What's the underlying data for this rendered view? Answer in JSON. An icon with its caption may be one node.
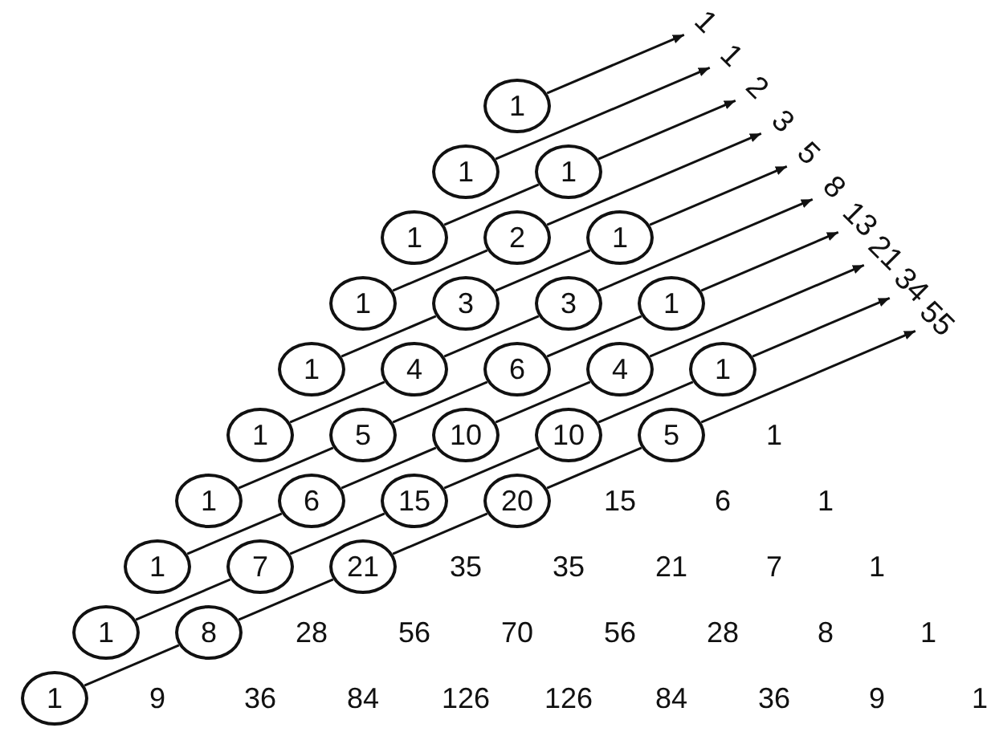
{
  "diagram": {
    "nodes": [
      {
        "text": [
          "1"
        ]
      },
      {
        "text": [
          "1"
        ]
      },
      {
        "text": [
          "1"
        ]
      },
      {
        "text": [
          "1"
        ]
      },
      {
        "text": [
          "2"
        ]
      },
      {
        "text": [
          "1"
        ]
      },
      {
        "text": [
          "1"
        ]
      },
      {
        "text": [
          "3"
        ]
      },
      {
        "text": [
          "3"
        ]
      },
      {
        "text": [
          "1"
        ]
      },
      {
        "text": [
          "1"
        ]
      },
      {
        "text": [
          "4"
        ]
      },
      {
        "text": [
          "6"
        ]
      },
      {
        "text": [
          "4"
        ]
      },
      {
        "text": [
          "1"
        ]
      },
      {
        "text": [
          "1"
        ]
      },
      {
        "text": [
          "5"
        ]
      },
      {
        "text": [
          "10"
        ]
      },
      {
        "text": [
          "10"
        ]
      },
      {
        "text": [
          "5"
        ]
      },
      {
        "text": [
          "1"
        ]
      },
      {
        "text": [
          "6"
        ]
      },
      {
        "text": [
          "15"
        ]
      },
      {
        "text": [
          "20"
        ]
      },
      {
        "text": [
          "1"
        ]
      },
      {
        "text": [
          "7"
        ]
      },
      {
        "text": [
          "21"
        ]
      },
      {
        "text": [
          "1"
        ]
      },
      {
        "text": [
          "8"
        ]
      },
      {
        "text": [
          "1"
        ]
      },
      {
        "text": [
          "1"
        ]
      },
      {
        "text": [
          "1"
        ]
      },
      {
        "text": [
          "2"
        ]
      },
      {
        "text": [
          "3"
        ]
      },
      {
        "text": [
          "5"
        ]
      },
      {
        "text": [
          "8"
        ]
      },
      {
        "text": [
          "13"
        ]
      },
      {
        "text": [
          "21"
        ]
      },
      {
        "text": [
          "34"
        ]
      },
      {
        "text": [
          "55"
        ]
      }
    ],
    "edges": [
      {
        "from": 0,
        "to": 30,
        "arrow": "to"
      },
      {
        "from": 1,
        "to": 31,
        "arrow": "to"
      },
      {
        "from": 3,
        "to": 2,
        "arrow": "none"
      },
      {
        "from": 2,
        "to": 32,
        "arrow": "to"
      },
      {
        "from": 6,
        "to": 4,
        "arrow": "none"
      },
      {
        "from": 4,
        "to": 33,
        "arrow": "to"
      },
      {
        "from": 10,
        "to": 7,
        "arrow": "none"
      },
      {
        "from": 7,
        "to": 5,
        "arrow": "none"
      },
      {
        "from": 5,
        "to": 34,
        "arrow": "to"
      },
      {
        "from": 15,
        "to": 11,
        "arrow": "none"
      },
      {
        "from": 11,
        "to": 8,
        "arrow": "none"
      },
      {
        "from": 8,
        "to": 35,
        "arrow": "to"
      },
      {
        "from": 20,
        "to": 16,
        "arrow": "none"
      },
      {
        "from": 16,
        "to": 12,
        "arrow": "none"
      },
      {
        "from": 12,
        "to": 9,
        "arrow": "none"
      },
      {
        "from": 9,
        "to": 36,
        "arrow": "to"
      },
      {
        "from": 24,
        "to": 21,
        "arrow": "none"
      },
      {
        "from": 21,
        "to": 17,
        "arrow": "none"
      },
      {
        "from": 17,
        "to": 13,
        "arrow": "none"
      },
      {
        "from": 13,
        "to": 37,
        "arrow": "to"
      },
      {
        "from": 27,
        "to": 25,
        "arrow": "none"
      },
      {
        "from": 25,
        "to": 22,
        "arrow": "none"
      },
      {
        "from": 22,
        "to": 18,
        "arrow": "none"
      },
      {
        "from": 18,
        "to": 14,
        "arrow": "none"
      },
      {
        "from": 14,
        "to": 38,
        "arrow": "to"
      },
      {
        "from": 29,
        "to": 28,
        "arrow": "none"
      },
      {
        "from": 28,
        "to": 26,
        "arrow": "none"
      },
      {
        "from": 26,
        "to": 23,
        "arrow": "none"
      },
      {
        "from": 23,
        "to": 19,
        "arrow": "none"
      },
      {
        "from": 19,
        "to": 39,
        "arrow": "to"
      }
    ],
    "labels": [
      "1",
      "15",
      "6",
      "1",
      "35",
      "35",
      "21",
      "7",
      "1",
      "28",
      "56",
      "70",
      "56",
      "28",
      "8",
      "1",
      "9",
      "36",
      "84",
      "126",
      "126",
      "84",
      "36",
      "9",
      "1"
    ]
  }
}
